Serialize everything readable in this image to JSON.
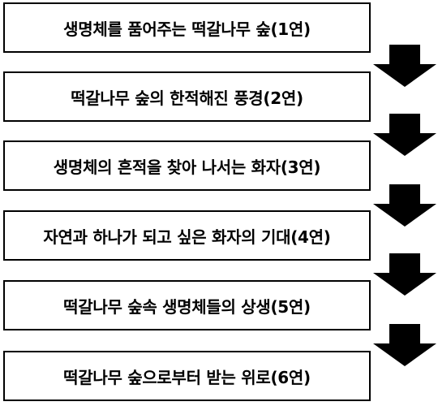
{
  "steps": [
    {
      "label": "생명체를 품어주는 떡갈나무 숲(1연)"
    },
    {
      "label": "떡갈나무 숲의 한적해진 풍경(2연)"
    },
    {
      "label": "생명체의 흔적을 찾아 나서는 화자(3연)"
    },
    {
      "label": "자연과 하나가 되고 싶은 화자의 기대(4연)"
    },
    {
      "label": "떡갈나무 숲속 생명체들의 상생(5연)"
    },
    {
      "label": "떡갈나무 숲으로부터 받는 위로(6연)"
    }
  ],
  "colors": {
    "box_border": "#000000",
    "box_fill": "#ffffff",
    "text": "#000000",
    "arrow": "#000000"
  }
}
